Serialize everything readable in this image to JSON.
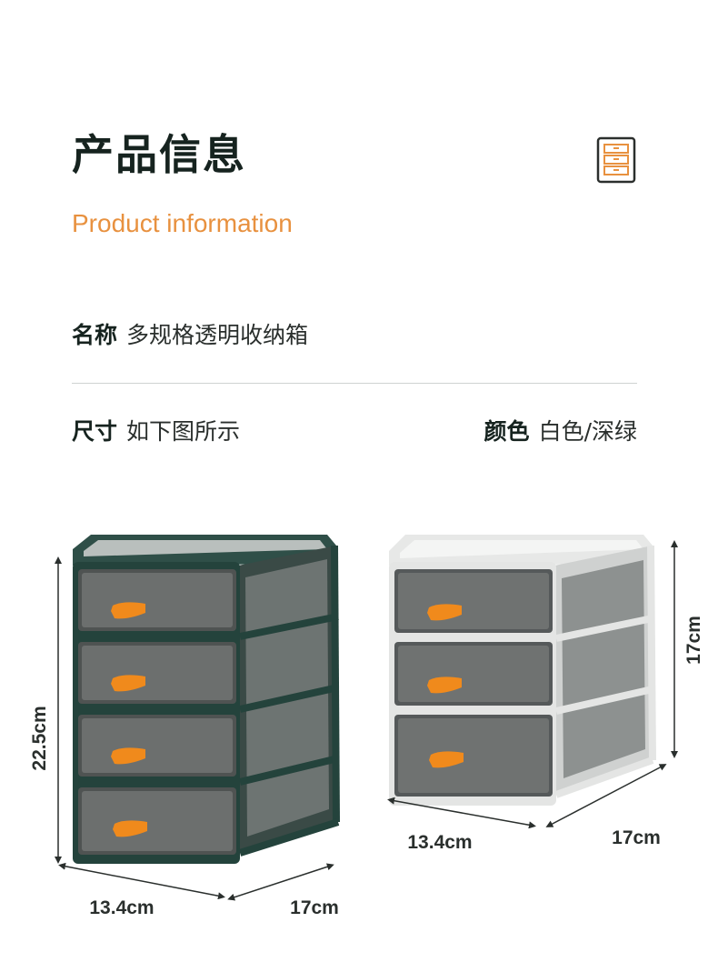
{
  "header": {
    "title_cn": "产品信息",
    "title_en": "Product information",
    "icon": "drawer-cabinet-icon"
  },
  "specs": {
    "name_label": "名称",
    "name_value": "多规格透明收纳箱",
    "size_label": "尺寸",
    "size_value": "如下图所示",
    "color_label": "颜色",
    "color_value": "白色/深绿"
  },
  "products": [
    {
      "color": "#24433c",
      "drawers": 4,
      "height_label": "22.5cm",
      "width_label": "13.4cm",
      "depth_label": "17cm"
    },
    {
      "color": "#e4e5e4",
      "drawers": 3,
      "height_label": "17cm",
      "width_label": "13.4cm",
      "depth_label": "17cm"
    }
  ],
  "colors": {
    "accent": "#e8913f",
    "handle": "#f08a1c",
    "green_frame": "#24433c",
    "white_frame": "#e4e5e4",
    "drawer_tint": "#5a5d5c"
  }
}
